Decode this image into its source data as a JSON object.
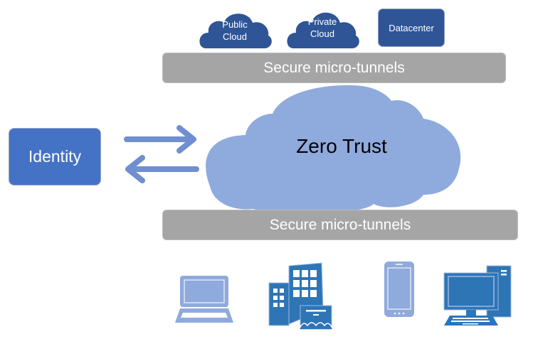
{
  "title": "Zero Trust architecture diagram",
  "colors": {
    "dark_blue": "#2f5597",
    "medium_blue": "#4472c4",
    "light_blue": "#8faadc",
    "device_blue": "#2e75b6",
    "tunnel_gray": "#a5a5a5"
  },
  "resources": [
    {
      "label_line1": "Public",
      "label_line2": "Cloud",
      "type": "cloud"
    },
    {
      "label_line1": "Private",
      "label_line2": "Cloud",
      "type": "cloud"
    },
    {
      "label": "Datacenter",
      "type": "box"
    }
  ],
  "tunnels": {
    "top": "Secure micro-tunnels",
    "bottom": "Secure micro-tunnels"
  },
  "center": {
    "label": "Zero Trust"
  },
  "identity": {
    "label": "Identity"
  },
  "arrows": [
    "arrow-right",
    "arrow-left"
  ],
  "devices": [
    {
      "icon": "laptop-icon"
    },
    {
      "icon": "office-building-icon"
    },
    {
      "icon": "smartphone-icon"
    },
    {
      "icon": "desktop-computer-icon"
    }
  ]
}
